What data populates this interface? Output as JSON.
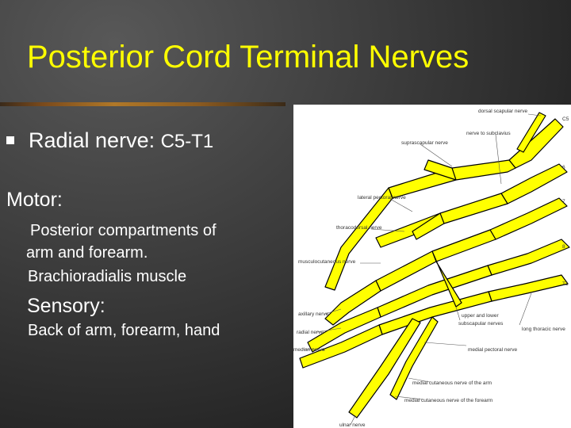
{
  "slide": {
    "title": "Posterior Cord Terminal Nerves",
    "radial_label": "Radial nerve: ",
    "radial_levels": "C5-T1",
    "motor_heading": "Motor:",
    "motor_lines": [
      "Posterior compartments of",
      "arm and forearm.",
      "Brachioradialis muscle"
    ],
    "sensory_heading": "Sensory:",
    "sensory_line": "Back of arm, forearm, hand"
  },
  "diagram": {
    "labels": {
      "dorsal_scapular": "dorsal scapular nerve",
      "nerve_to_subclavius": "nerve to subclavius",
      "suprascapular": "suprascapular nerve",
      "lateral_pectoral": "lateral pectoral nerve",
      "thoracodorsal": "thoracodorsal nerve",
      "musculocutaneous": "musculocutaneous nerve",
      "axillary": "axillary nerve",
      "radial": "radial nerve",
      "median": "median nerve",
      "upper_lower_subscapular_1": "upper and lower",
      "upper_lower_subscapular_2": "subscapular nerves",
      "long_thoracic": "long thoracic nerve",
      "medial_pectoral": "medial pectoral nerve",
      "medial_cutaneous_arm": "medial cutaneous nerve of the arm",
      "medial_cutaneous_forearm": "medial cutaneous nerve of the forearm",
      "ulnar": "ulnar nerve"
    },
    "roots": [
      "C5",
      "6",
      "7",
      "8",
      "T1"
    ],
    "colors": {
      "nerve_fill": "#ffff00",
      "nerve_outline": "#000000",
      "panel_bg": "#ffffff"
    }
  }
}
